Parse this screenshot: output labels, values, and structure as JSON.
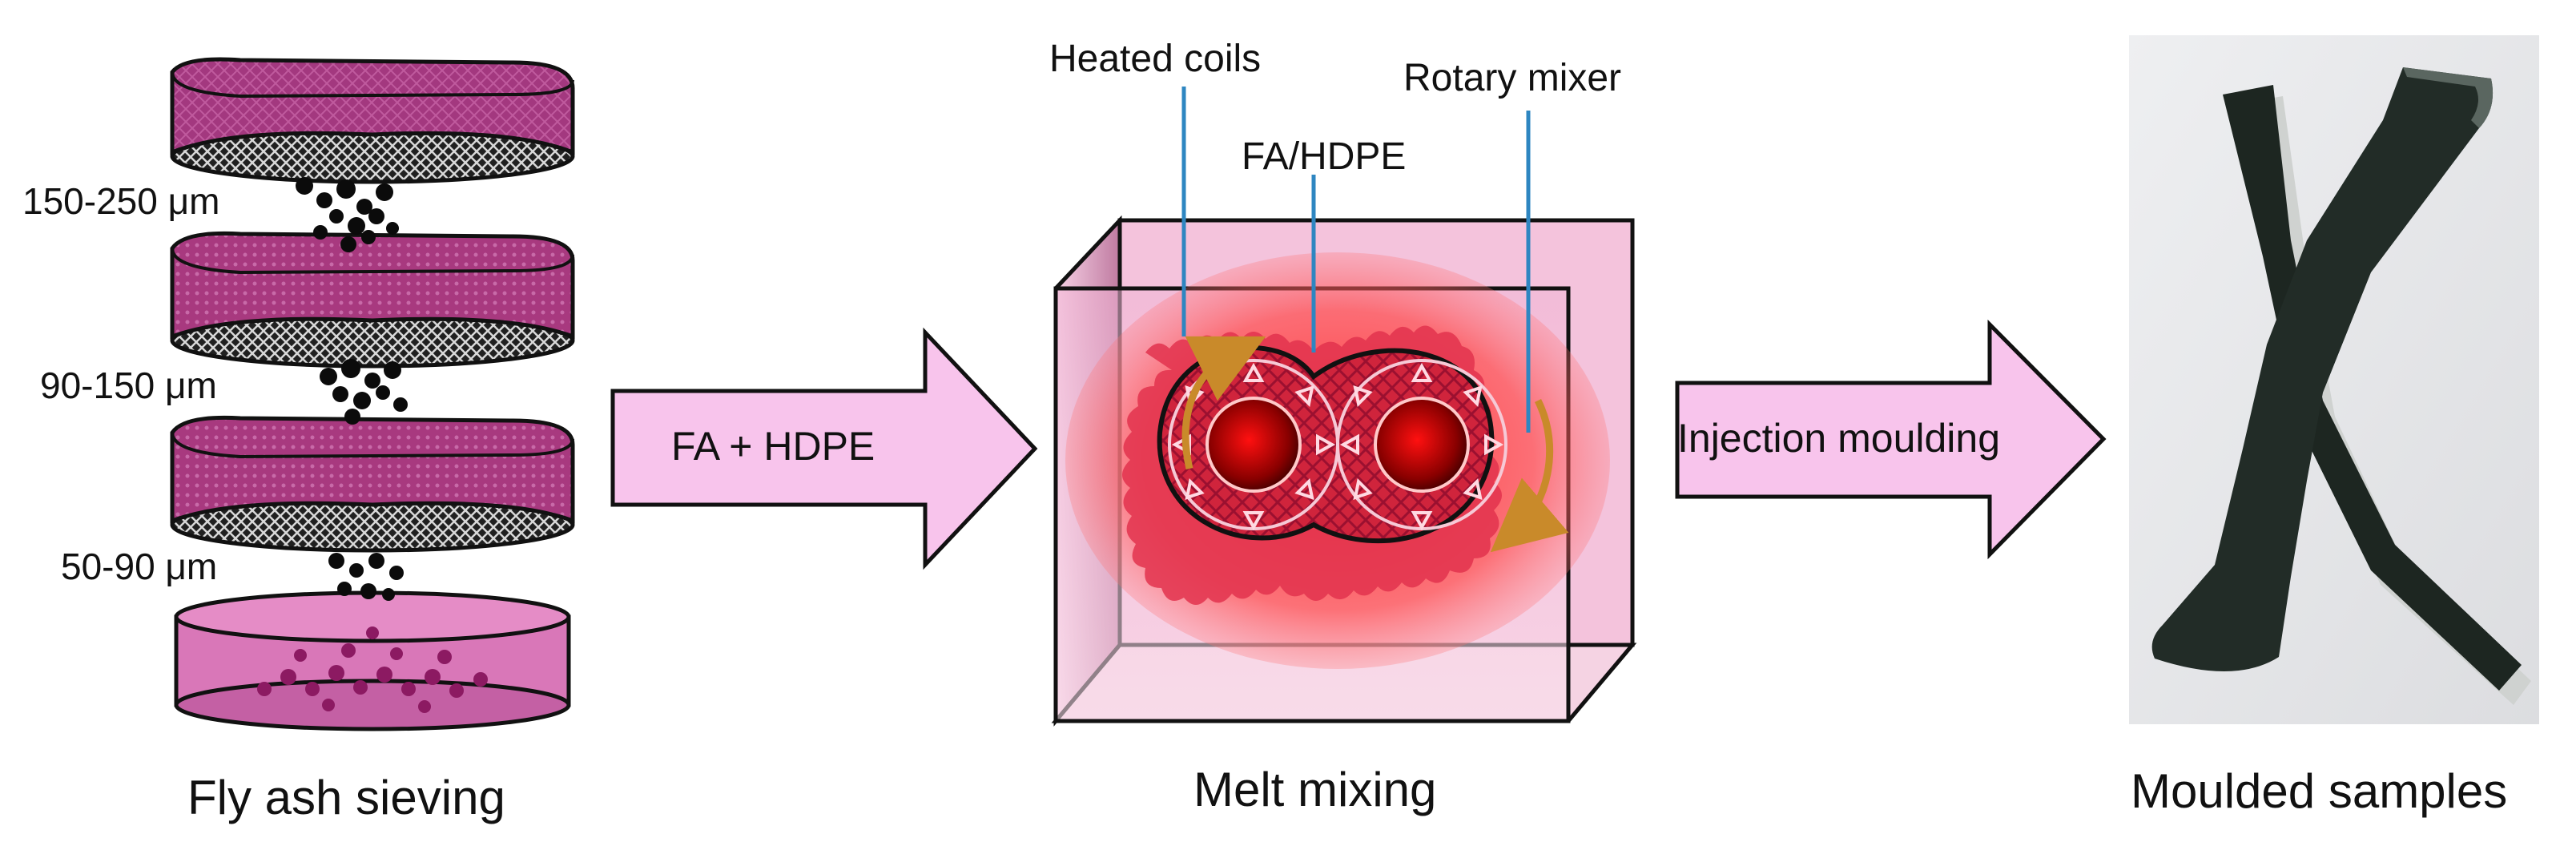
{
  "sieving": {
    "caption": "Fly ash sieving",
    "size_labels": [
      "150-250 μm",
      "90-150 μm",
      "50-90 μm"
    ]
  },
  "arrow_1": {
    "label": "FA + HDPE"
  },
  "mixer": {
    "caption": "Melt mixing",
    "labels": {
      "heated_coils": "Heated coils",
      "fa_hdpe": "FA/HDPE",
      "rotary_mixer": "Rotary mixer"
    }
  },
  "arrow_2": {
    "label": "Injection moulding"
  },
  "samples": {
    "caption": "Moulded samples"
  },
  "colors": {
    "sieve_magenta": "#a3387f",
    "pan_pink": "#d977b8",
    "arrow_fill": "#f8c4ec",
    "mixer_red": "#ff3030",
    "photo_bg": "#e7e8ea",
    "sample_dark": "#1d2621",
    "leader_line": "#2e86c1"
  }
}
